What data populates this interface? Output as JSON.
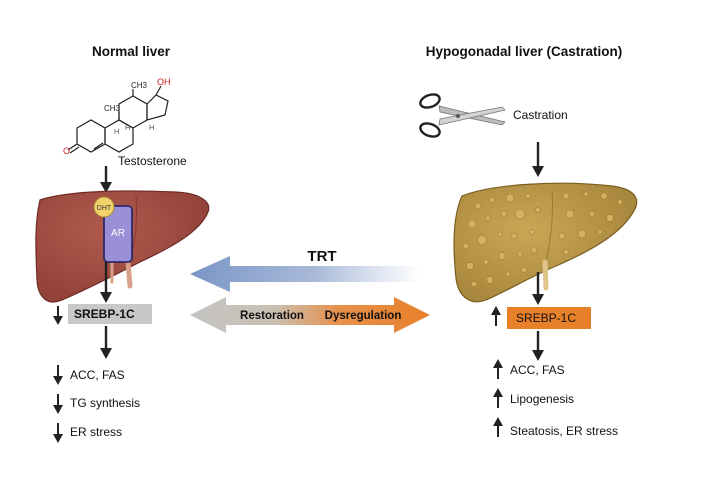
{
  "left_panel": {
    "title": "Normal liver",
    "molecule": {
      "name": "Testosterone",
      "atom_oh": "OH",
      "atom_o": "O",
      "methyl_top": "CH3",
      "methyl_mid": "CH3",
      "h_labels": [
        "H",
        "H",
        "H"
      ]
    },
    "receptor_dht": "DHT",
    "receptor_ar": "AR",
    "srebp_label": "SREBP-1C",
    "effects": [
      "ACC, FAS",
      "TG synthesis",
      "ER stress"
    ]
  },
  "right_panel": {
    "title": "Hypogonadal liver (Castration)",
    "castration_label": "Castration",
    "srebp_label": "SREBP-1C",
    "effects": [
      "ACC, FAS",
      "Lipogenesis",
      "Steatosis, ER stress"
    ]
  },
  "center": {
    "trt_label": "TRT",
    "restoration_label": "Restoration",
    "dysregulation_label": "Dysregulation"
  },
  "colors": {
    "normal_liver": "#a24e44",
    "fatty_liver": "#b79443",
    "srebp_normal": "#c8c8c8",
    "srebp_hypogonadal": "#e8802a",
    "trt_arrow": "#7f98c8",
    "ar_receptor": "#9a90d8",
    "dht": "#f2d36b"
  }
}
